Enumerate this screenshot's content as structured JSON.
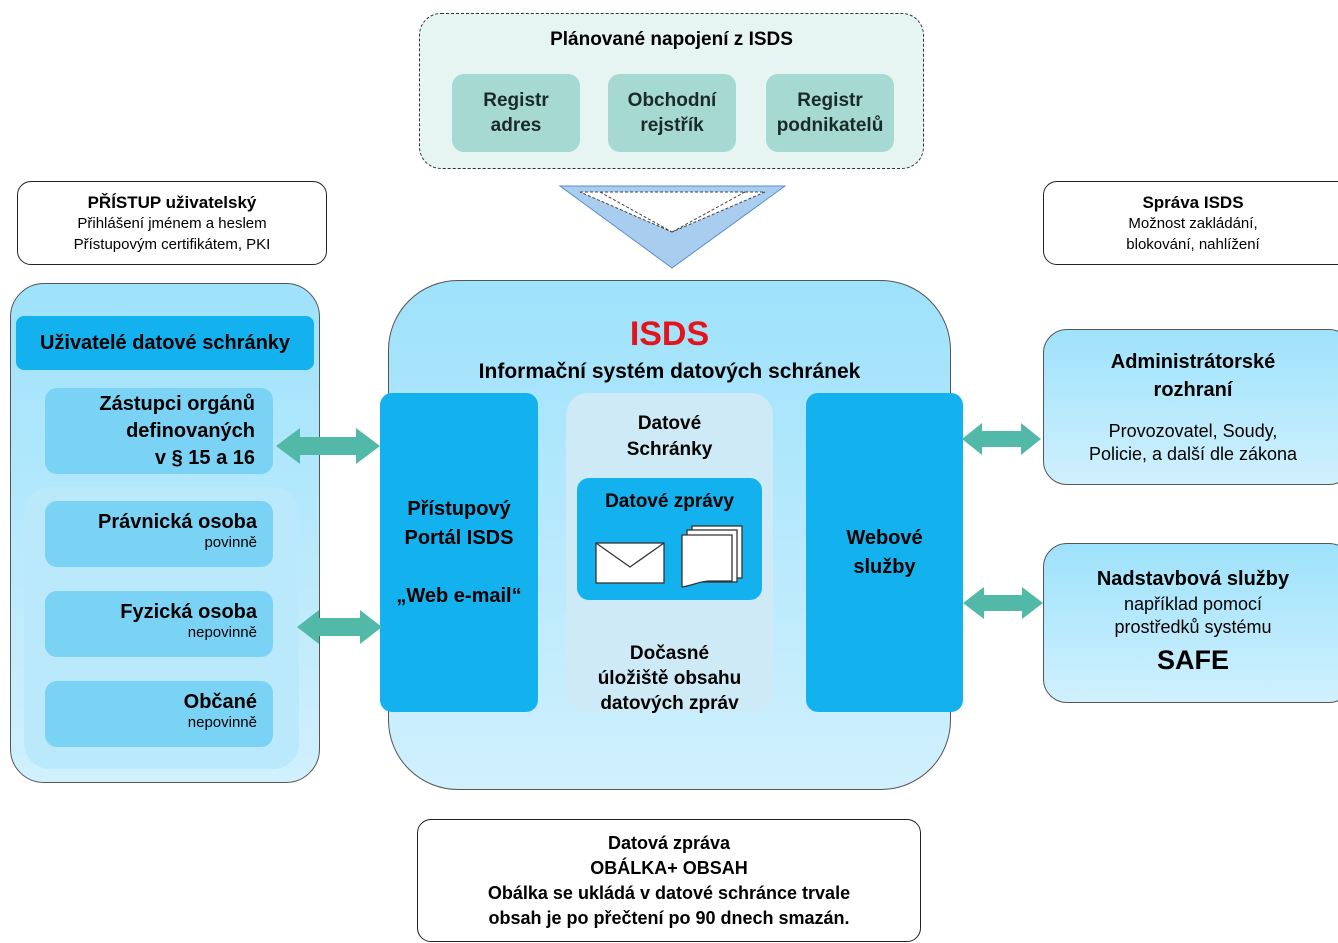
{
  "planned": {
    "title": "Plánované napojení z ISDS",
    "items": [
      {
        "line1": "Registr",
        "line2": "adres"
      },
      {
        "line1": "Obchodní",
        "line2": "rejstřík"
      },
      {
        "line1": "Registr",
        "line2": "podnikatelů"
      }
    ]
  },
  "access": {
    "title": "PŘÍSTUP uživatelský",
    "line1": "Přihlášení jménem a heslem",
    "line2": "Přístupovým certifikátem, PKI"
  },
  "admin_note": {
    "title": "Správa ISDS",
    "line1": "Možnost zakládání,",
    "line2": "blokování, nahlížení"
  },
  "users": {
    "header": "Uživatelé datové schránky",
    "representatives": {
      "line1": "Zástupci orgánů",
      "line2": "definovaných",
      "line3": "v § 15 a 16"
    },
    "groups": [
      {
        "title": "Právnická osoba",
        "note": "povinně"
      },
      {
        "title": "Fyzická osoba",
        "note": "nepovinně"
      },
      {
        "title": "Občané",
        "note": "nepovinně"
      }
    ]
  },
  "isds": {
    "title": "ISDS",
    "subtitle": "Informační systém datových schránek",
    "portal": {
      "line1": "Přístupový",
      "line2": "Portál ISDS",
      "line3": "„Web e-mail“"
    },
    "boxes": {
      "line1": "Datové",
      "line2": "Schránky"
    },
    "messages": "Datové zprávy",
    "storage": {
      "line1": "Dočasné",
      "line2": "úložiště obsahu",
      "line3": "datových zpráv"
    },
    "web": {
      "line1": "Webové",
      "line2": "služby"
    }
  },
  "admin_iface": {
    "line1": "Administrátorské",
    "line2": "rozhraní",
    "line3": "Provozovatel, Soudy,",
    "line4": "Policie, a další dle zákona"
  },
  "addon": {
    "title": "Nadstavbová služby",
    "line1": "například pomocí",
    "line2": "prostředků systému",
    "brand": "SAFE"
  },
  "message_note": {
    "line1": "Datová zpráva",
    "line2": "OBÁLKA+ OBSAH",
    "line3": "Obálka se ukládá v datové schránce trvale",
    "line4": "obsah je po přečtení po 90 dnech smazán."
  },
  "colors": {
    "accent_red": "#e3141c",
    "bright_blue": "#13b2ee",
    "teal": "#a6d9d2",
    "arrow": "#52b8a8"
  }
}
